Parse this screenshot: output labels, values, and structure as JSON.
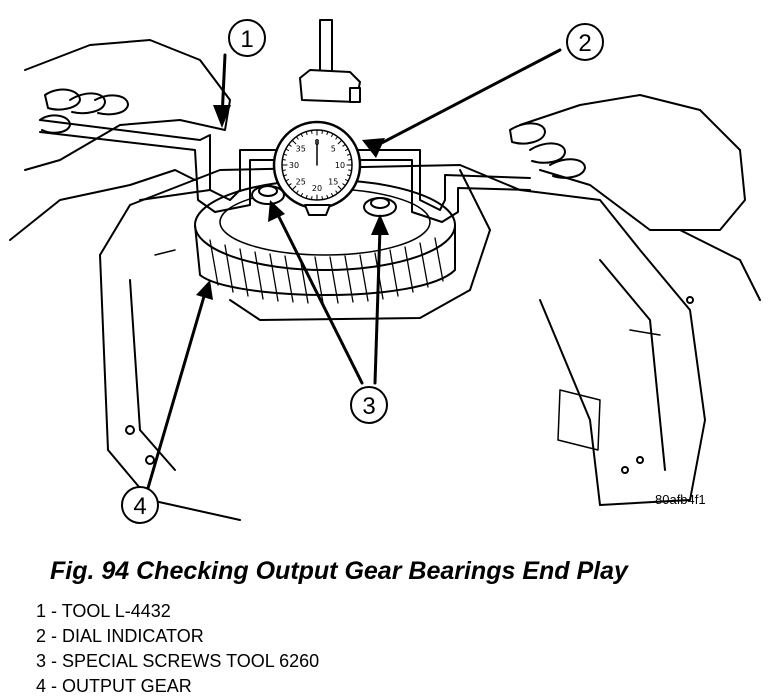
{
  "figure": {
    "code": "80afb4f1",
    "callouts": [
      "1",
      "2",
      "3",
      "4"
    ],
    "dial_numbers": [
      "0",
      "5",
      "10",
      "15",
      "20",
      "25",
      "30",
      "35"
    ]
  },
  "caption": "Fig. 94 Checking Output Gear Bearings End Play",
  "legend": [
    {
      "number": "1",
      "separator": " - ",
      "text": "TOOL L-4432"
    },
    {
      "number": "2",
      "separator": " - ",
      "text": "DIAL INDICATOR"
    },
    {
      "number": "3",
      "separator": " - ",
      "text": "SPECIAL SCREWS TOOL 6260"
    },
    {
      "number": "4",
      "separator": " - ",
      "text": "OUTPUT GEAR"
    }
  ]
}
